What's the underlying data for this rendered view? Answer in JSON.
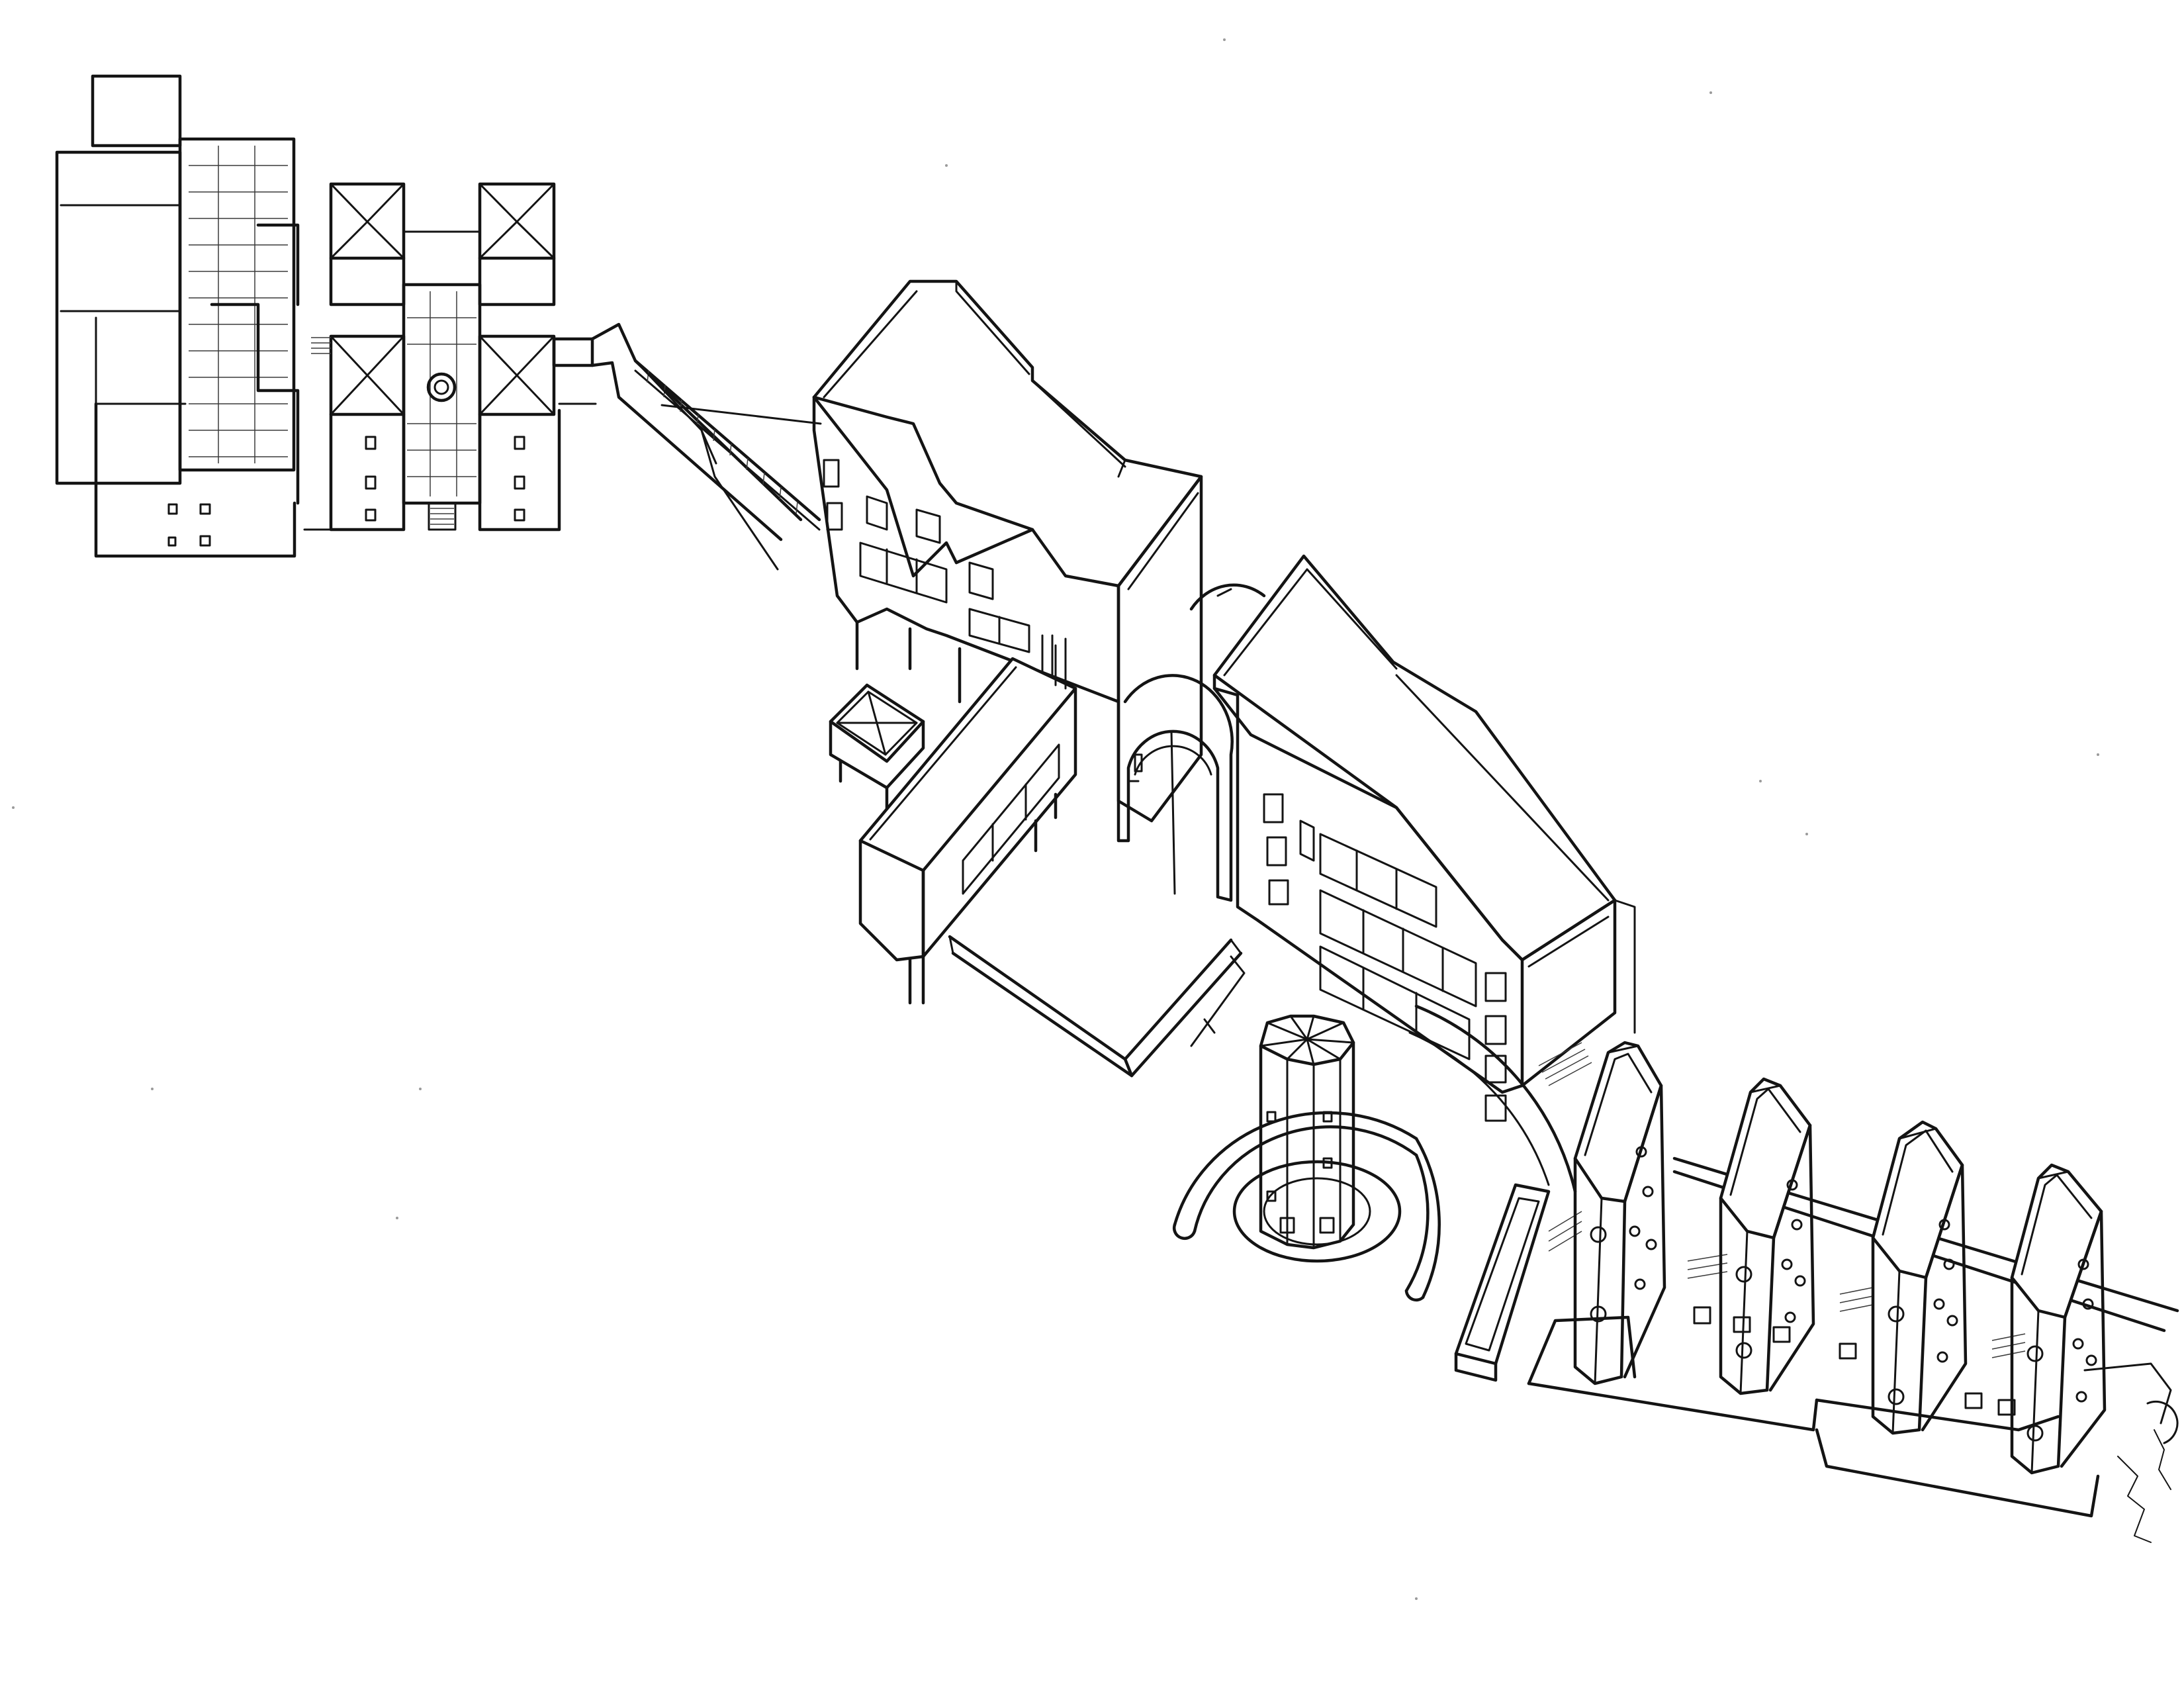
{
  "drawing": {
    "kind": "axonometric-line-drawing",
    "ink_color": "#141414",
    "paper_color": "#ffffff",
    "components": [
      "plan-block-complex",
      "ramp-bridge",
      "upper-block",
      "gate-pavilion",
      "link-wing",
      "arched-passage",
      "lower-block",
      "courtyard-wall",
      "octagonal-tower",
      "curved-wall",
      "terrace-platform",
      "gabled-towers"
    ],
    "gabled_tower_count": 4
  }
}
